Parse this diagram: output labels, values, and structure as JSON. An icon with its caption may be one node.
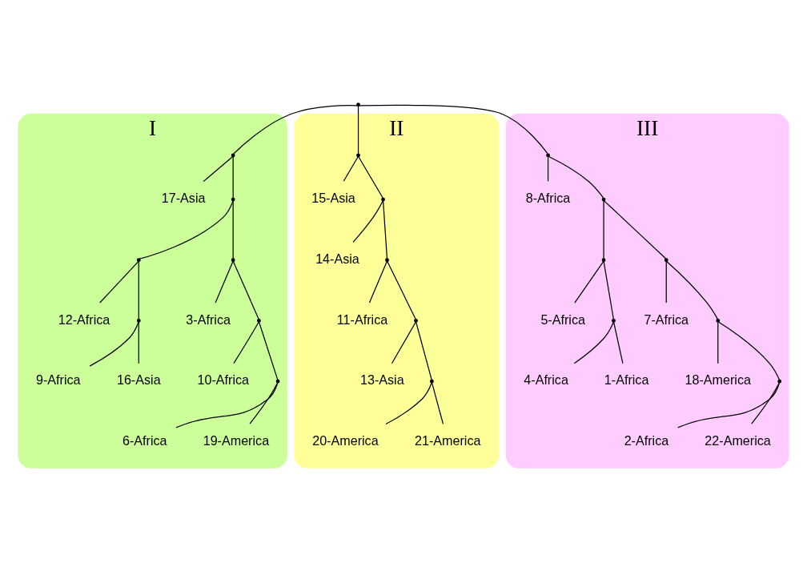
{
  "diagram": {
    "nodes": [
      {
        "text": [
          "I"
        ]
      },
      {
        "text": [
          "9-Africa"
        ],
        "in": 0
      },
      {
        "text": [
          "16-Asia"
        ],
        "in": 0
      },
      {
        "text": [
          "12-Africa"
        ],
        "in": 0
      },
      {
        "text": [
          "6-Africa"
        ],
        "in": 0
      },
      {
        "text": [
          "19-America"
        ],
        "in": 0
      },
      {
        "text": [
          "10-Africa"
        ],
        "in": 0
      },
      {
        "text": [
          "3-Africa"
        ],
        "in": 0
      },
      {
        "text": [
          "17-Asia"
        ],
        "in": 0
      },
      {
        "text": [],
        "shape": "point",
        "in": 0
      },
      {
        "text": [],
        "shape": "point",
        "in": 0
      },
      {
        "text": [],
        "shape": "point",
        "in": 0
      },
      {
        "text": [],
        "shape": "point",
        "in": 0
      },
      {
        "text": [],
        "shape": "point",
        "in": 0
      },
      {
        "text": [],
        "shape": "point",
        "in": 0
      },
      {
        "text": [],
        "shape": "point",
        "in": 0
      },
      {
        "text": [
          "II"
        ]
      },
      {
        "text": [
          "11-Africa"
        ],
        "in": 16
      },
      {
        "text": [
          "14-Asia"
        ],
        "in": 16
      },
      {
        "text": [
          "13-Asia"
        ],
        "in": 16
      },
      {
        "text": [
          "20-America"
        ],
        "in": 16
      },
      {
        "text": [
          "21-America"
        ],
        "in": 16
      },
      {
        "text": [
          "15-Asia"
        ],
        "in": 16
      },
      {
        "text": [],
        "shape": "point",
        "in": 16
      },
      {
        "text": [],
        "shape": "point",
        "in": 16
      },
      {
        "text": [],
        "shape": "point",
        "in": 16
      },
      {
        "text": [],
        "shape": "point",
        "in": 16
      },
      {
        "text": [],
        "shape": "point",
        "in": 16
      },
      {
        "text": [],
        "shape": "point"
      },
      {
        "text": [
          "III"
        ]
      },
      {
        "text": [
          "8-Africa"
        ],
        "in": 29
      },
      {
        "text": [
          "7-Africa"
        ],
        "in": 29
      },
      {
        "text": [
          "18-America"
        ],
        "in": 29
      },
      {
        "text": [
          "4-Africa"
        ],
        "in": 29
      },
      {
        "text": [
          "5-Africa"
        ],
        "in": 29
      },
      {
        "text": [
          "1-Africa"
        ],
        "in": 29
      },
      {
        "text": [
          "2-Africa"
        ],
        "in": 29
      },
      {
        "text": [
          "22-America"
        ],
        "in": 29
      },
      {
        "text": [],
        "shape": "point",
        "in": 29
      },
      {
        "text": [],
        "shape": "point",
        "in": 29
      },
      {
        "text": [],
        "shape": "point",
        "in": 29
      },
      {
        "text": [],
        "shape": "point",
        "in": 29
      },
      {
        "text": [],
        "shape": "point",
        "in": 29
      },
      {
        "text": [],
        "shape": "point",
        "in": 29
      },
      {
        "text": [],
        "shape": "point",
        "in": 29
      }
    ],
    "edges": [
      {
        "from": 28,
        "to": 15,
        "arrow": "none"
      },
      {
        "from": 28,
        "to": 27,
        "arrow": "none"
      },
      {
        "from": 28,
        "to": 44,
        "arrow": "none"
      },
      {
        "from": 15,
        "to": 8,
        "arrow": "none"
      },
      {
        "from": 15,
        "to": 14,
        "arrow": "none"
      },
      {
        "from": 14,
        "to": 13,
        "arrow": "none"
      },
      {
        "from": 14,
        "to": 10,
        "arrow": "none"
      },
      {
        "from": 13,
        "to": 7,
        "arrow": "none"
      },
      {
        "from": 13,
        "to": 12,
        "arrow": "none"
      },
      {
        "from": 12,
        "to": 6,
        "arrow": "none"
      },
      {
        "from": 12,
        "to": 11,
        "arrow": "none"
      },
      {
        "from": 11,
        "to": 4,
        "arrow": "none"
      },
      {
        "from": 11,
        "to": 5,
        "arrow": "none"
      },
      {
        "from": 10,
        "to": 3,
        "arrow": "none"
      },
      {
        "from": 10,
        "to": 9,
        "arrow": "none"
      },
      {
        "from": 9,
        "to": 2,
        "arrow": "none"
      },
      {
        "from": 9,
        "to": 1,
        "arrow": "none"
      },
      {
        "from": 27,
        "to": 22,
        "arrow": "none"
      },
      {
        "from": 27,
        "to": 23,
        "arrow": "none"
      },
      {
        "from": 23,
        "to": 18,
        "arrow": "none"
      },
      {
        "from": 23,
        "to": 24,
        "arrow": "none"
      },
      {
        "from": 24,
        "to": 17,
        "arrow": "none"
      },
      {
        "from": 24,
        "to": 25,
        "arrow": "none"
      },
      {
        "from": 25,
        "to": 19,
        "arrow": "none"
      },
      {
        "from": 25,
        "to": 26,
        "arrow": "none"
      },
      {
        "from": 26,
        "to": 20,
        "arrow": "none"
      },
      {
        "from": 26,
        "to": 21,
        "arrow": "none"
      },
      {
        "from": 44,
        "to": 30,
        "arrow": "none"
      },
      {
        "from": 44,
        "to": 38,
        "arrow": "none"
      },
      {
        "from": 38,
        "to": 39,
        "arrow": "none"
      },
      {
        "from": 38,
        "to": 40,
        "arrow": "none"
      },
      {
        "from": 39,
        "to": 41,
        "arrow": "none"
      },
      {
        "from": 39,
        "to": 34,
        "arrow": "none"
      },
      {
        "from": 41,
        "to": 33,
        "arrow": "none"
      },
      {
        "from": 41,
        "to": 35,
        "arrow": "none"
      },
      {
        "from": 40,
        "to": 31,
        "arrow": "none"
      },
      {
        "from": 40,
        "to": 42,
        "arrow": "none"
      },
      {
        "from": 42,
        "to": 32,
        "arrow": "none"
      },
      {
        "from": 42,
        "to": 43,
        "arrow": "none"
      },
      {
        "from": 43,
        "to": 36,
        "arrow": "none"
      },
      {
        "from": 43,
        "to": 37,
        "arrow": "none"
      }
    ]
  }
}
